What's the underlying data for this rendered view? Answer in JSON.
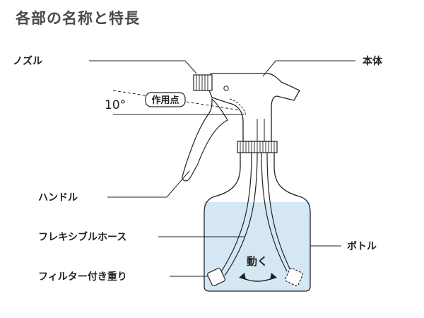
{
  "title": "各部の名称と特長",
  "parts": {
    "nozzle": "ノズル",
    "body": "本体",
    "handle": "ハンドル",
    "flexible_hose": "フレキシブルホース",
    "bottle": "ボトル",
    "filter_weight": "フィルター付き重り"
  },
  "annotations": {
    "angle": "10°",
    "action_point": "作用点",
    "moves": "動く"
  },
  "colors": {
    "liquid": "#d4e7f3",
    "line": "#222222",
    "title": "#4a4a4a"
  }
}
